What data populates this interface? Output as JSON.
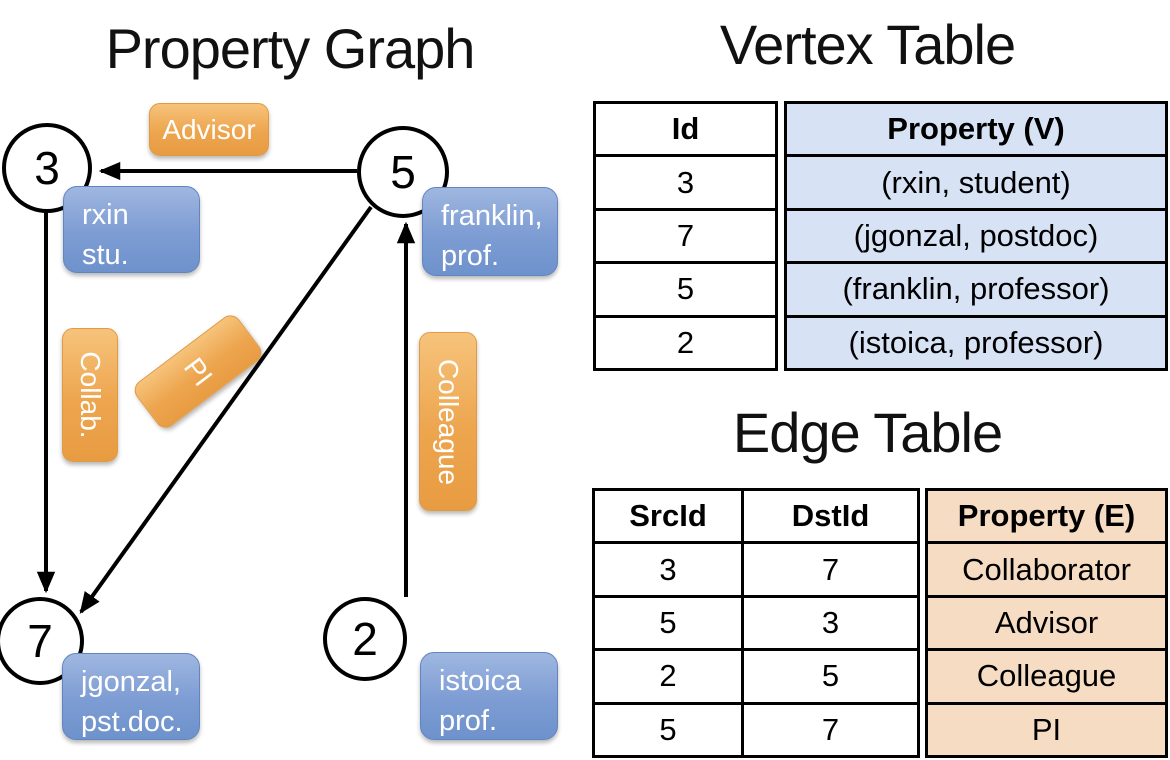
{
  "graph": {
    "title": "Property Graph",
    "nodes": [
      {
        "id": "3",
        "prop_line1": "rxin",
        "prop_line2": "stu."
      },
      {
        "id": "5",
        "prop_line1": "franklin,",
        "prop_line2": "prof."
      },
      {
        "id": "7",
        "prop_line1": "jgonzal,",
        "prop_line2": "pst.doc."
      },
      {
        "id": "2",
        "prop_line1": "istoica",
        "prop_line2": "prof."
      }
    ],
    "edge_labels": {
      "advisor": "Advisor",
      "collab": "Collab.",
      "pi": "PI",
      "colleague": "Colleague"
    }
  },
  "vertex_table": {
    "title": "Vertex Table",
    "columns": {
      "id": "Id",
      "property": "Property (V)"
    },
    "rows": [
      {
        "id": "3",
        "property": "(rxin, student)"
      },
      {
        "id": "7",
        "property": "(jgonzal, postdoc)"
      },
      {
        "id": "5",
        "property": "(franklin, professor)"
      },
      {
        "id": "2",
        "property": "(istoica, professor)"
      }
    ]
  },
  "edge_table": {
    "title": "Edge Table",
    "columns": {
      "src": "SrcId",
      "dst": "DstId",
      "property": "Property (E)"
    },
    "rows": [
      {
        "src": "3",
        "dst": "7",
        "property": "Collaborator"
      },
      {
        "src": "5",
        "dst": "3",
        "property": "Advisor"
      },
      {
        "src": "2",
        "dst": "5",
        "property": "Colleague"
      },
      {
        "src": "5",
        "dst": "7",
        "property": "PI"
      }
    ]
  },
  "colors": {
    "edge_label_orange": "#eda54e",
    "vertex_property_blue": "#7d9cd3",
    "vertex_table_fill": "#d7e2f4",
    "edge_table_fill": "#f5dcc2",
    "line_black": "#000000"
  }
}
